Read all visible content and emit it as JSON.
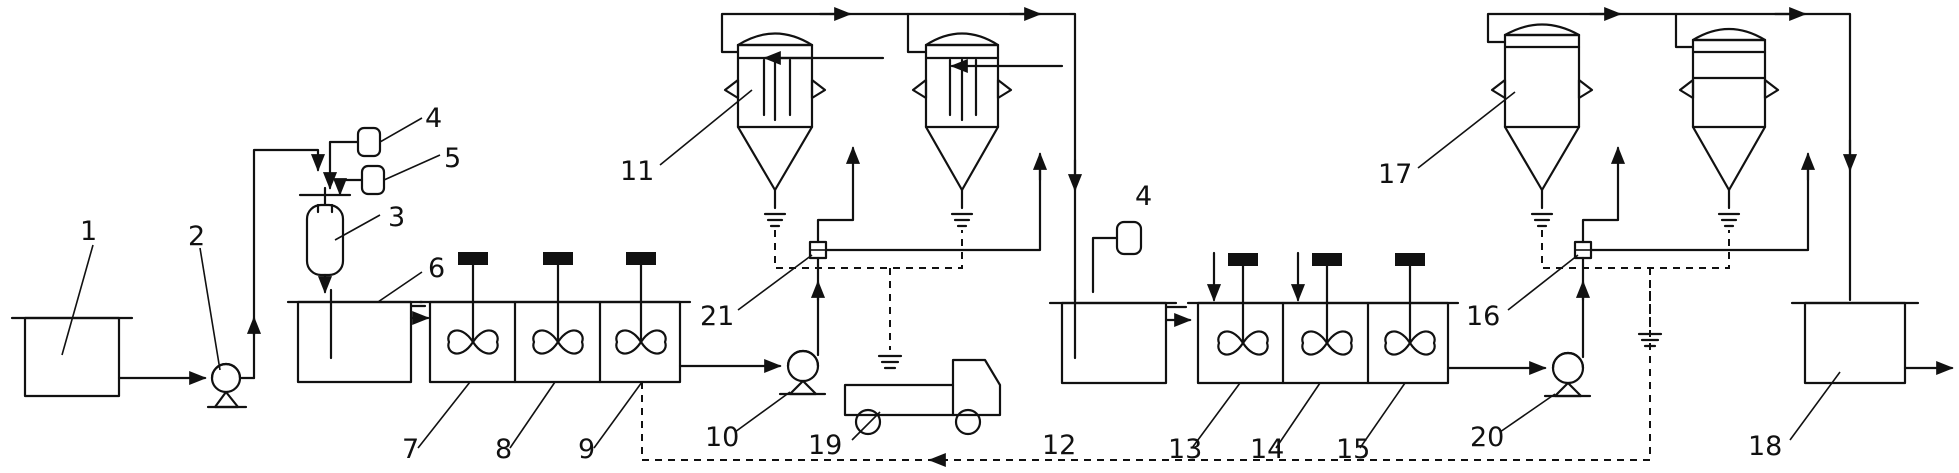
{
  "labels": {
    "n1": "1",
    "n2": "2",
    "n3": "3",
    "n4a": "4",
    "n5": "5",
    "n6": "6",
    "n7": "7",
    "n8": "8",
    "n9": "9",
    "n10": "10",
    "n11": "11",
    "n4b": "4",
    "n12": "12",
    "n13": "13",
    "n14": "14",
    "n15": "15",
    "n16": "16",
    "n17": "17",
    "n18": "18",
    "n19": "19",
    "n20": "20",
    "n21": "21"
  },
  "colors": {
    "ink": "#111111",
    "background": "#ffffff"
  }
}
